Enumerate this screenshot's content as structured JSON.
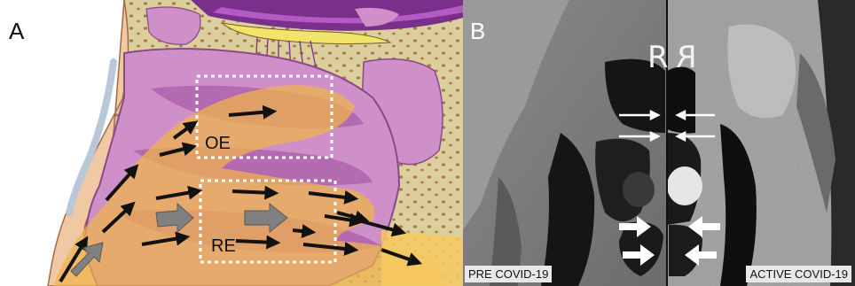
{
  "panel_a": {
    "letter": "A",
    "labels": {
      "olfactory": "OE",
      "respiratory": "RE"
    }
  },
  "panel_b": {
    "letter": "B",
    "side_label": "R",
    "side_label_mirrored": "R",
    "captions": {
      "pre": "PRE COVID-19",
      "active": "ACTIVE COVID-19"
    }
  },
  "colors": {
    "airflow": "#f0b44a",
    "mucosa": "#cf8fc8",
    "bone": "#d9cc9a",
    "skin": "#f1c8a4",
    "brain": "#7a2f8a",
    "nerve": "#f1e46a",
    "arrow_black": "#111111",
    "arrow_gray": "#808080",
    "box_dotted": "#ffffff"
  }
}
